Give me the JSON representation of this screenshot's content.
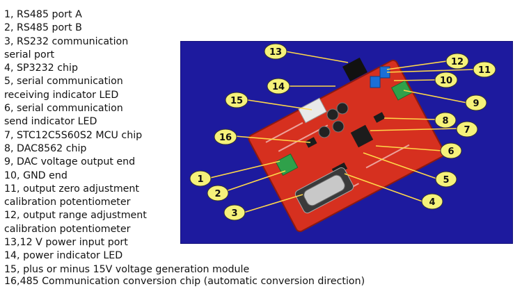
{
  "legend": [
    "1, RS485 port A",
    "2, RS485 port B",
    "3, RS232 communication\nserial port",
    "4, SP3232 chip",
    "5, serial communication\n receiving indicator LED",
    "6, serial communication\n send indicator LED",
    "7, STC12C5S60S2 MCU chip",
    "8, DAC8562 chip",
    "9, DAC voltage output end",
    "10, GND end",
    "11, output zero adjustment\ncalibration potentiometer",
    "12, output range adjustment\ncalibration potentiometer",
    "13,12 V power input port",
    "14, power indicator LED",
    "15, plus or minus 15V voltage generation module",
    "16,485 Communication conversion chip (automatic conversion direction)"
  ],
  "callouts": [
    "1",
    "2",
    "3",
    "4",
    "5",
    "6",
    "7",
    "8",
    "9",
    "10",
    "11",
    "12",
    "13",
    "14",
    "15",
    "16"
  ],
  "colors": {
    "photo_background": "#1d1a9e",
    "board": "#d6301f",
    "callout_fill": "#f6f27a",
    "leader": "#ffd84a"
  }
}
